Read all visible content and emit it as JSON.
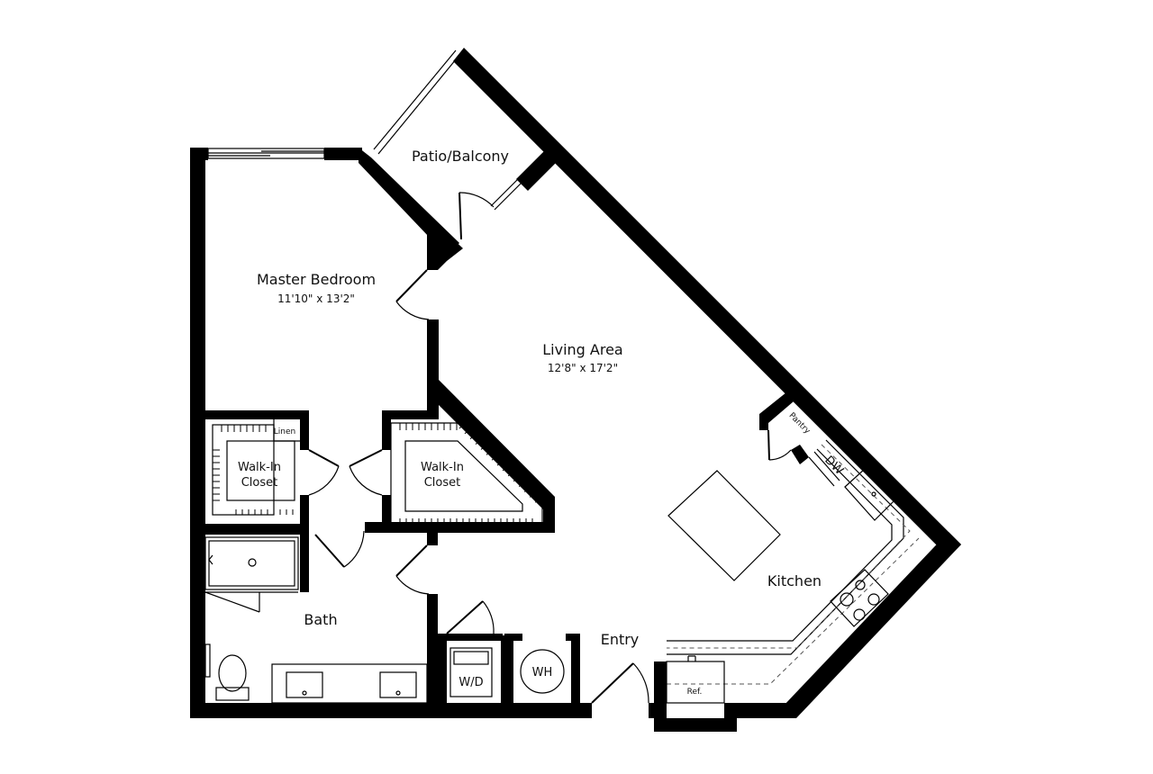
{
  "rooms": {
    "patio": {
      "label": "Patio/Balcony"
    },
    "master_bedroom": {
      "label": "Master Bedroom",
      "dimensions": "11'10\" x 13'2\""
    },
    "living_area": {
      "label": "Living Area",
      "dimensions": "12'8\" x 17'2\""
    },
    "walk_in_closet_1": {
      "line1": "Walk-In",
      "line2": "Closet"
    },
    "walk_in_closet_2": {
      "line1": "Walk-In",
      "line2": "Closet"
    },
    "linen": {
      "label": "Linen"
    },
    "pantry": {
      "label": "Pantry"
    },
    "dishwasher": {
      "label": "DW"
    },
    "kitchen": {
      "label": "Kitchen"
    },
    "bath": {
      "label": "Bath"
    },
    "entry": {
      "label": "Entry"
    },
    "washer_dryer": {
      "label": "W/D"
    },
    "water_heater": {
      "label": "WH"
    },
    "refrigerator": {
      "label": "Ref."
    }
  }
}
